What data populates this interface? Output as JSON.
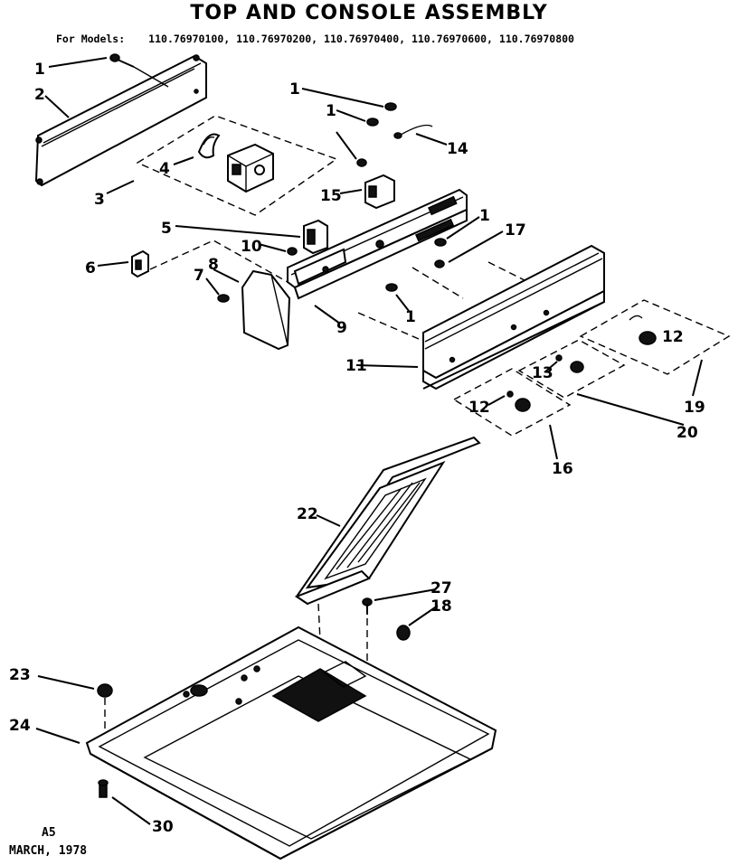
{
  "title": "TOP AND CONSOLE ASSEMBLY",
  "models": {
    "label": "For Models:",
    "list": "110.76970100, 110.76970200, 110.76970400, 110.76970600, 110.76970800"
  },
  "footer": {
    "code": "A5",
    "date": "MARCH, 1978"
  },
  "callouts": [
    "1",
    "2",
    "1",
    "1",
    "14",
    "4",
    "3",
    "15",
    "1",
    "17",
    "5",
    "10",
    "6",
    "8",
    "7",
    "9",
    "1",
    "12",
    "11",
    "13",
    "19",
    "12",
    "20",
    "16",
    "22",
    "27",
    "18",
    "23",
    "24",
    "30"
  ]
}
